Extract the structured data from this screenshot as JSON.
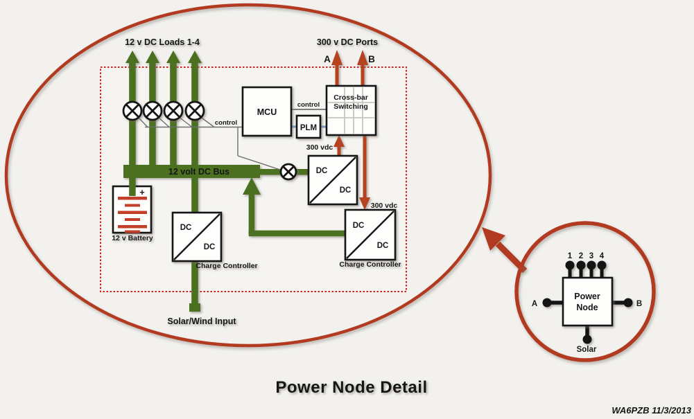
{
  "title": "Power Node Detail",
  "watermark": "WA6PZB 11/3/2013",
  "colors": {
    "background": "#f2f1ee",
    "outline_red": "#b23a20",
    "wire_red": "#b5431f",
    "boundary_red": "#cf1f1f",
    "wire_green": "#4a7020",
    "wire_blue": "#7d9cce",
    "battery_plate_red": "#c24029"
  },
  "detail": {
    "loads_label": "12 v DC Loads 1-4",
    "ports_label": "300 v DC Ports",
    "port_a": "A",
    "port_b": "B",
    "control": "control",
    "vdc_300": "300 vdc",
    "bus_label": "12 volt DC Bus",
    "battery_label": "12 v Battery",
    "battery_plus": "+",
    "mcu": "MCU",
    "plm": "PLM",
    "crossbar_line1": "Cross-bar",
    "crossbar_line2": "Switching",
    "dc": "DC",
    "charge_controller": "Charge Controller",
    "solar_wind_label": "Solar/Wind Input"
  },
  "power_node": {
    "name_line1": "Power",
    "name_line2": "Node",
    "pin_labels": [
      "1",
      "2",
      "3",
      "4"
    ],
    "pin_a": "A",
    "pin_b": "B",
    "pin_solar": "Solar"
  }
}
